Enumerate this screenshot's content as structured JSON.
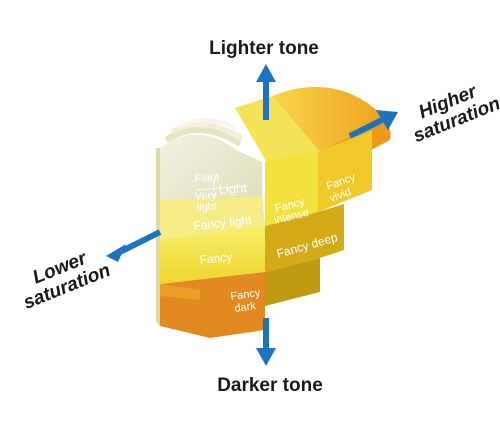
{
  "axes": {
    "top": "Lighter tone",
    "bottom": "Darker tone",
    "right_line1": "Higher",
    "right_line2": "saturation",
    "left_line1": "Lower",
    "left_line2": "saturation"
  },
  "grades": {
    "faint": "Faint",
    "very_light_line1": "Very",
    "very_light_line2": "light",
    "light": "Light",
    "fancy_light": "Fancy light",
    "fancy": "Fancy",
    "fancy_dark_line1": "Fancy",
    "fancy_dark_line2": "dark",
    "fancy_intense_line1": "Fancy",
    "fancy_intense_line2": "intense",
    "fancy_vivid_line1": "Fancy",
    "fancy_vivid_line2": "vivid",
    "fancy_deep": "Fancy deep"
  },
  "colors": {
    "arrow": "#1e73be",
    "pale": "#efeed0",
    "light_yellow": "#f6ef8a",
    "yellow": "#f3e23a",
    "amber": "#f0b423",
    "orange": "#e4891f",
    "olive": "#c9a816"
  }
}
